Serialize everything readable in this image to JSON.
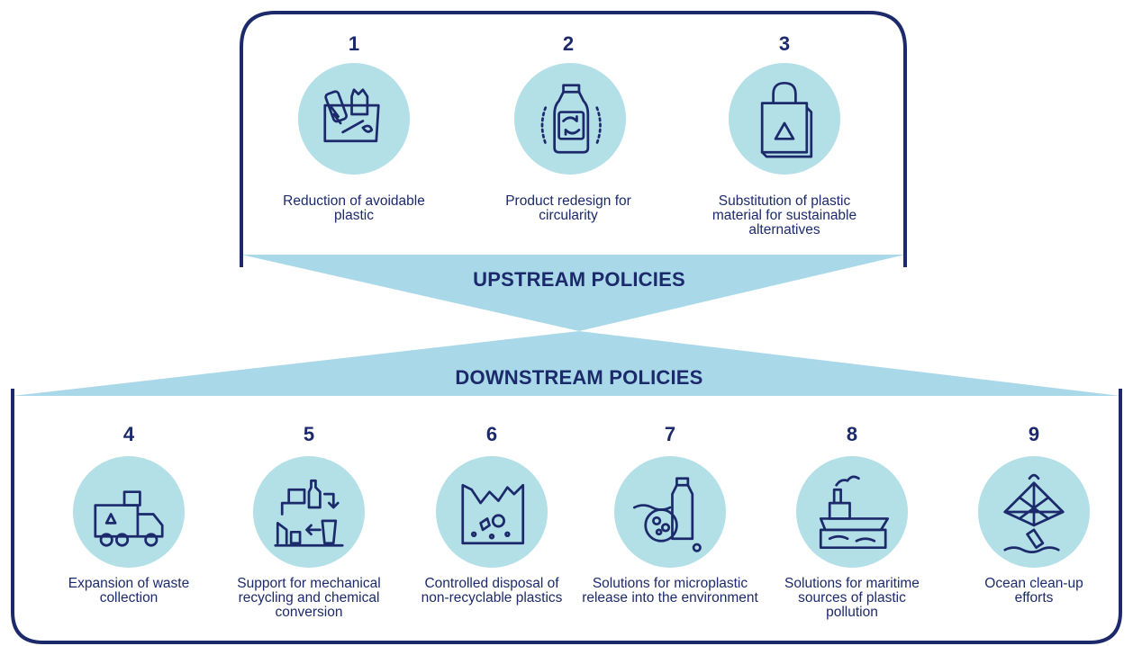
{
  "upstream": {
    "title": "UPSTREAM POLICIES",
    "items": [
      {
        "number": "1",
        "label": "Reduction of avoidable plastic",
        "icon": "plastic-waste-icon"
      },
      {
        "number": "2",
        "label": "Product redesign for circularity",
        "icon": "bottle-recycle-icon"
      },
      {
        "number": "3",
        "label": "Substitution of plastic material for sustainable alternatives",
        "icon": "recyclable-bag-icon"
      }
    ]
  },
  "downstream": {
    "title": "DOWNSTREAM POLICIES",
    "items": [
      {
        "number": "4",
        "label": "Expansion of waste collection",
        "icon": "garbage-truck-icon"
      },
      {
        "number": "5",
        "label": "Support for mechanical recycling and chemical conversion",
        "icon": "recycling-process-icon"
      },
      {
        "number": "6",
        "label": "Controlled disposal of non-recyclable plastics",
        "icon": "landfill-icon"
      },
      {
        "number": "7",
        "label": "Solutions for microplastic release into the environment",
        "icon": "microplastic-icon"
      },
      {
        "number": "8",
        "label": "Solutions for maritime sources of plastic pollution",
        "icon": "ship-pollution-icon"
      },
      {
        "number": "9",
        "label": "Ocean clean-up efforts",
        "icon": "fishing-net-icon"
      }
    ]
  },
  "colors": {
    "navy": "#1c2a6b",
    "light_blue": "#b3dfe7",
    "band_blue": "#a9d9e8"
  }
}
